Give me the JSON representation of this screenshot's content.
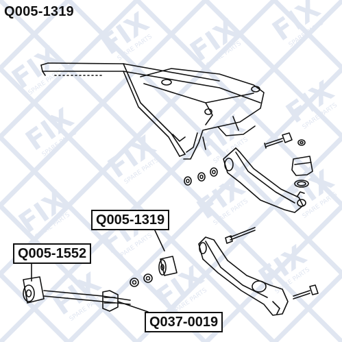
{
  "title": "Q005-1319",
  "labels": {
    "part_1319": "Q005-1319",
    "part_1552": "Q005-1552",
    "part_0019": "Q037-0019"
  },
  "watermark": {
    "brand": "FIX",
    "tagline": "SPARE PARTS",
    "color": "#c8d2e6"
  },
  "colors": {
    "line": "#111111",
    "label_border": "#111111",
    "background": "#ffffff"
  }
}
